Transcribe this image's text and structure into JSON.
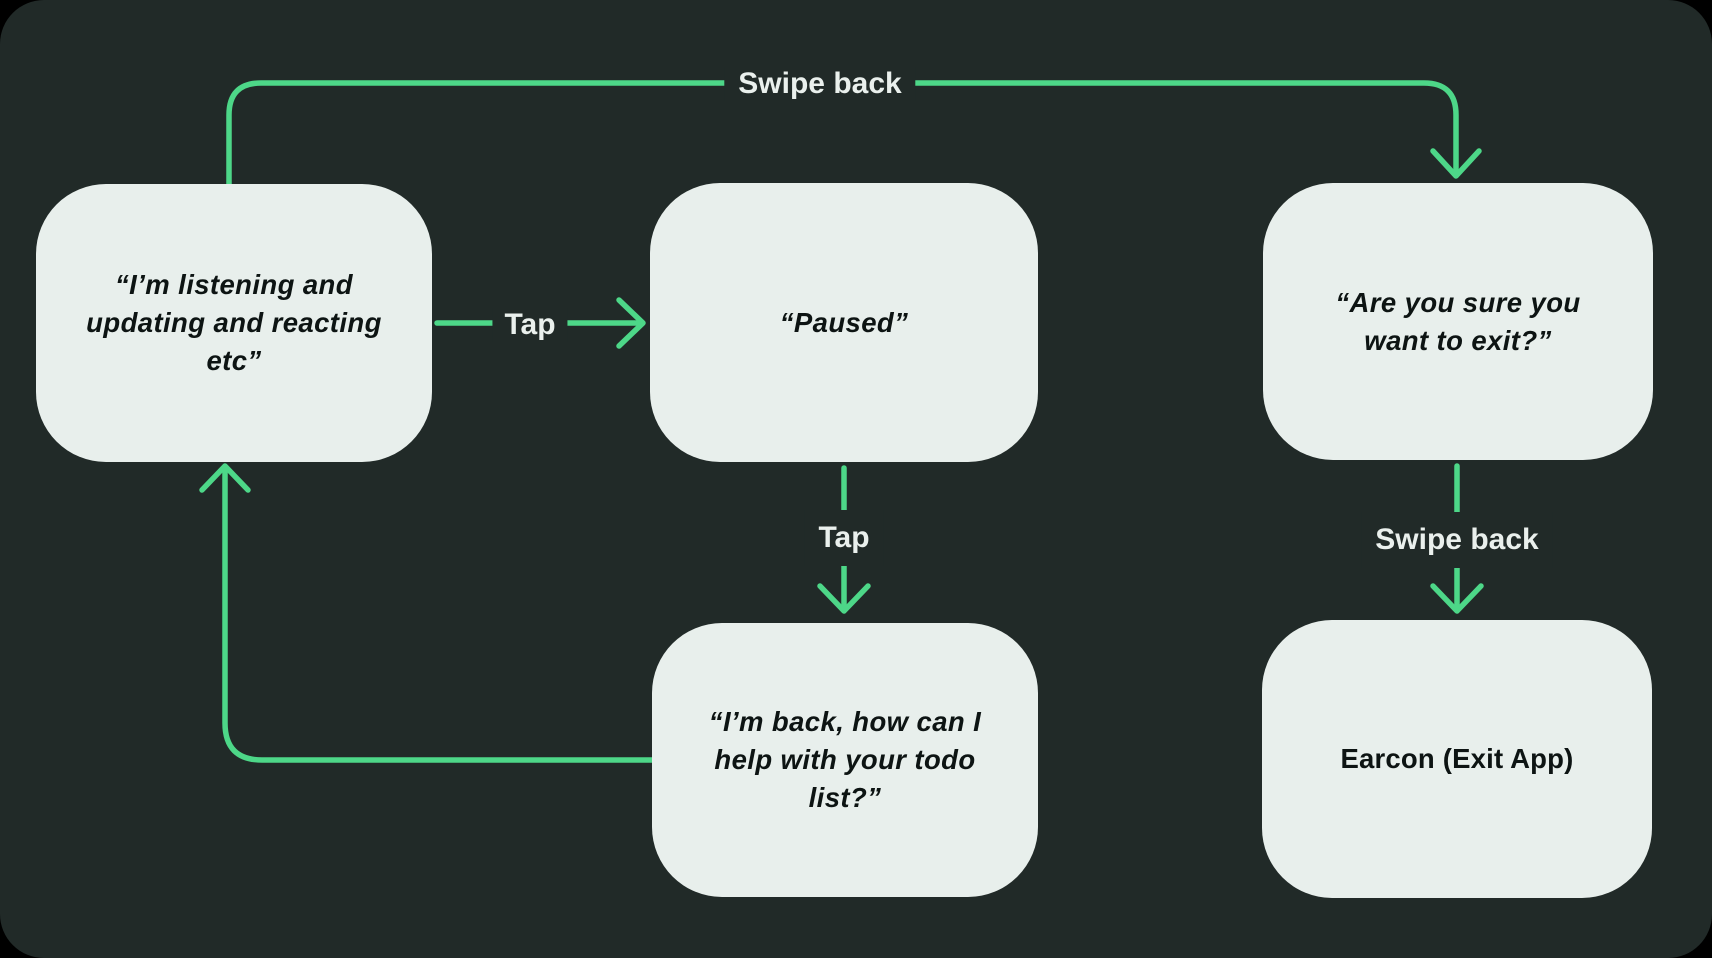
{
  "diagram": {
    "title": "",
    "colors": {
      "canvas_background": "#000000",
      "panel_background": "#212a28",
      "node_fill": "#e8efec",
      "node_text": "#0d1413",
      "edge_green": "#4dd788",
      "edge_label_text": "#eaf0ed"
    },
    "nodes": [
      {
        "id": "listening",
        "text": "“I’m listening and\nupdating and reacting\netc”"
      },
      {
        "id": "paused",
        "text": "“Paused”"
      },
      {
        "id": "sure-exit",
        "text": "“Are you sure you\nwant to exit?”"
      },
      {
        "id": "im-back",
        "text": "“I’m back, how can I\nhelp with your todo\nlist?”"
      },
      {
        "id": "earcon",
        "text": "Earcon (Exit App)"
      }
    ],
    "edges": [
      {
        "from": "listening",
        "to": "sure-exit",
        "label": "Swipe back"
      },
      {
        "from": "listening",
        "to": "paused",
        "label": "Tap"
      },
      {
        "from": "paused",
        "to": "im-back",
        "label": "Tap"
      },
      {
        "from": "im-back",
        "to": "listening",
        "label": ""
      },
      {
        "from": "sure-exit",
        "to": "earcon",
        "label": "Swipe back"
      }
    ]
  }
}
